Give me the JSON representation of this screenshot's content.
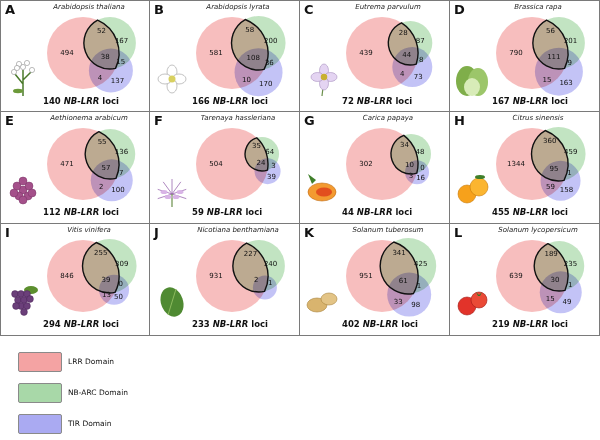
{
  "diagram": {
    "nodes": [
      {
        "text": [
          "A",
          "Arabidopsis thaliana",
          "494",
          "52",
          "167",
          "38",
          "15",
          "4",
          "137",
          "140 NB-LRR loci"
        ]
      },
      {
        "text": [
          "B",
          "Arabidopsis lyrata",
          "581",
          "58",
          "200",
          "108",
          "36",
          "10",
          "170",
          "166 NB-LRR loci"
        ]
      },
      {
        "text": [
          "C",
          "Eutrema parvulum",
          "439",
          "28",
          "87",
          "44",
          "8",
          "4",
          "73",
          "72 NB-LRR loci"
        ]
      },
      {
        "text": [
          "D",
          "Brassica rapa",
          "790",
          "56",
          "201",
          "111",
          "9",
          "15",
          "163",
          "167 NB-LRR loci"
        ]
      },
      {
        "text": [
          "E",
          "Aethionema arabicum",
          "471",
          "55",
          "136",
          "57",
          "7",
          "2",
          "100",
          "112 NB-LRR loci"
        ]
      },
      {
        "text": [
          "F",
          "Tarenaya hassleriana",
          "504",
          "35",
          "64",
          "24",
          "3",
          "39",
          "59 NB-LRR loci"
        ]
      },
      {
        "text": [
          "G",
          "Carica papaya",
          "302",
          "34",
          "48",
          "10",
          "0",
          "3",
          "16",
          "44 NB-LRR loci"
        ]
      },
      {
        "text": [
          "H",
          "Citrus sinensis",
          "1344",
          "360",
          "459",
          "95",
          "1",
          "59",
          "158",
          "455 NB-LRR loci"
        ]
      },
      {
        "text": [
          "I",
          "Vitis vinifera",
          "846",
          "255",
          "309",
          "39",
          "0",
          "13",
          "50",
          "294 NB-LRR loci"
        ]
      },
      {
        "text": [
          "J",
          "Nicotiana benthamiana",
          "931",
          "227",
          "240",
          "2",
          "1",
          "233 NB-LRR loci"
        ]
      },
      {
        "text": [
          "K",
          "Solanum tuberosum",
          "951",
          "341",
          "425",
          "61",
          "1",
          "33",
          "98",
          "402 NB-LRR loci"
        ]
      },
      {
        "text": [
          "L",
          "Solanum lycopersicum",
          "639",
          "189",
          "235",
          "30",
          "1",
          "15",
          "49",
          "219 NB-LRR loci"
        ]
      }
    ],
    "legend": [
      {
        "text": "LRR Domain",
        "color": "#f4a3a3"
      },
      {
        "text": "NB-ARC Domain",
        "color": "#a8d8a8"
      },
      {
        "text": "TIR Domain",
        "color": "#aaaaf2"
      }
    ]
  }
}
